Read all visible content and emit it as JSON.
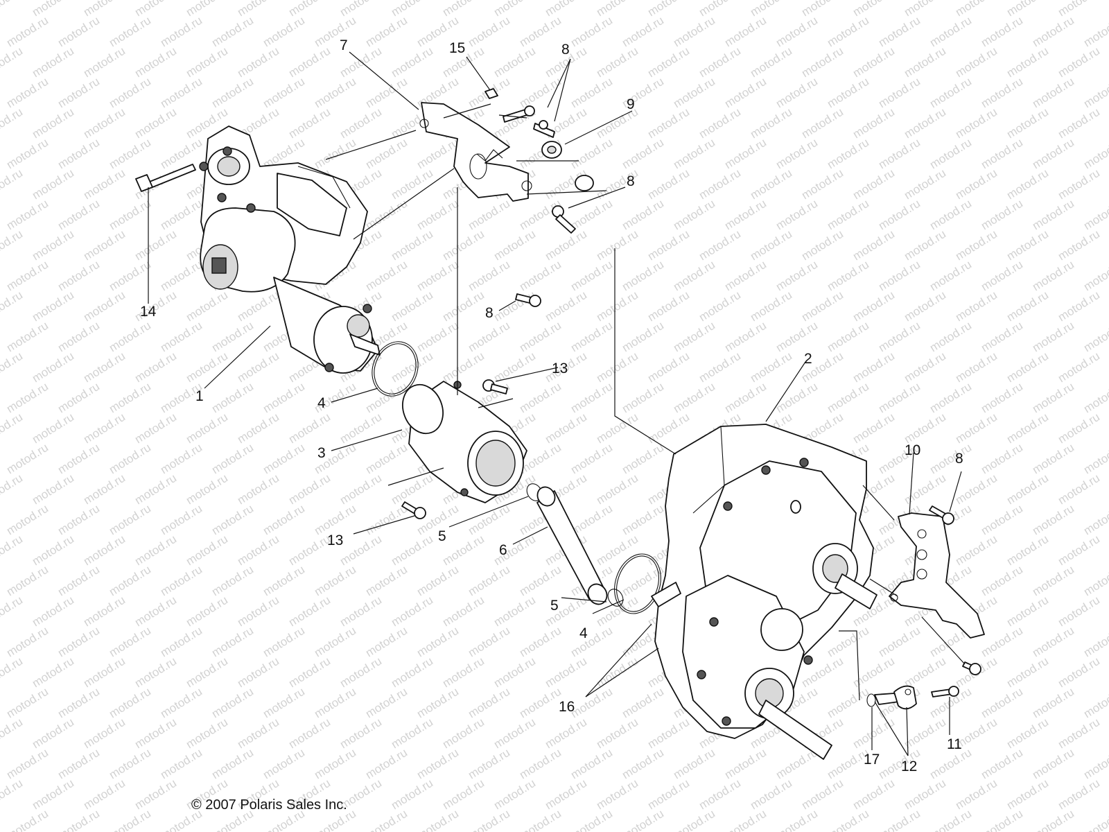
{
  "watermark": {
    "text": "motod.ru",
    "color": "#d2d2d2"
  },
  "copyright": "© 2007 Polaris Sales Inc.",
  "callouts": [
    {
      "id": "c7",
      "label": "7"
    },
    {
      "id": "c15",
      "label": "15"
    },
    {
      "id": "c8a",
      "label": "8"
    },
    {
      "id": "c9",
      "label": "9"
    },
    {
      "id": "c8b",
      "label": "8"
    },
    {
      "id": "c14",
      "label": "14"
    },
    {
      "id": "c8c",
      "label": "8"
    },
    {
      "id": "c13a",
      "label": "13"
    },
    {
      "id": "c1",
      "label": "1"
    },
    {
      "id": "c4a",
      "label": "4"
    },
    {
      "id": "c3",
      "label": "3"
    },
    {
      "id": "c2",
      "label": "2"
    },
    {
      "id": "c10",
      "label": "10"
    },
    {
      "id": "c8d",
      "label": "8"
    },
    {
      "id": "c13b",
      "label": "13"
    },
    {
      "id": "c5a",
      "label": "5"
    },
    {
      "id": "c6",
      "label": "6"
    },
    {
      "id": "c5b",
      "label": "5"
    },
    {
      "id": "c4b",
      "label": "4"
    },
    {
      "id": "c16",
      "label": "16"
    },
    {
      "id": "c17",
      "label": "17"
    },
    {
      "id": "c12",
      "label": "12"
    },
    {
      "id": "c11",
      "label": "11"
    }
  ]
}
